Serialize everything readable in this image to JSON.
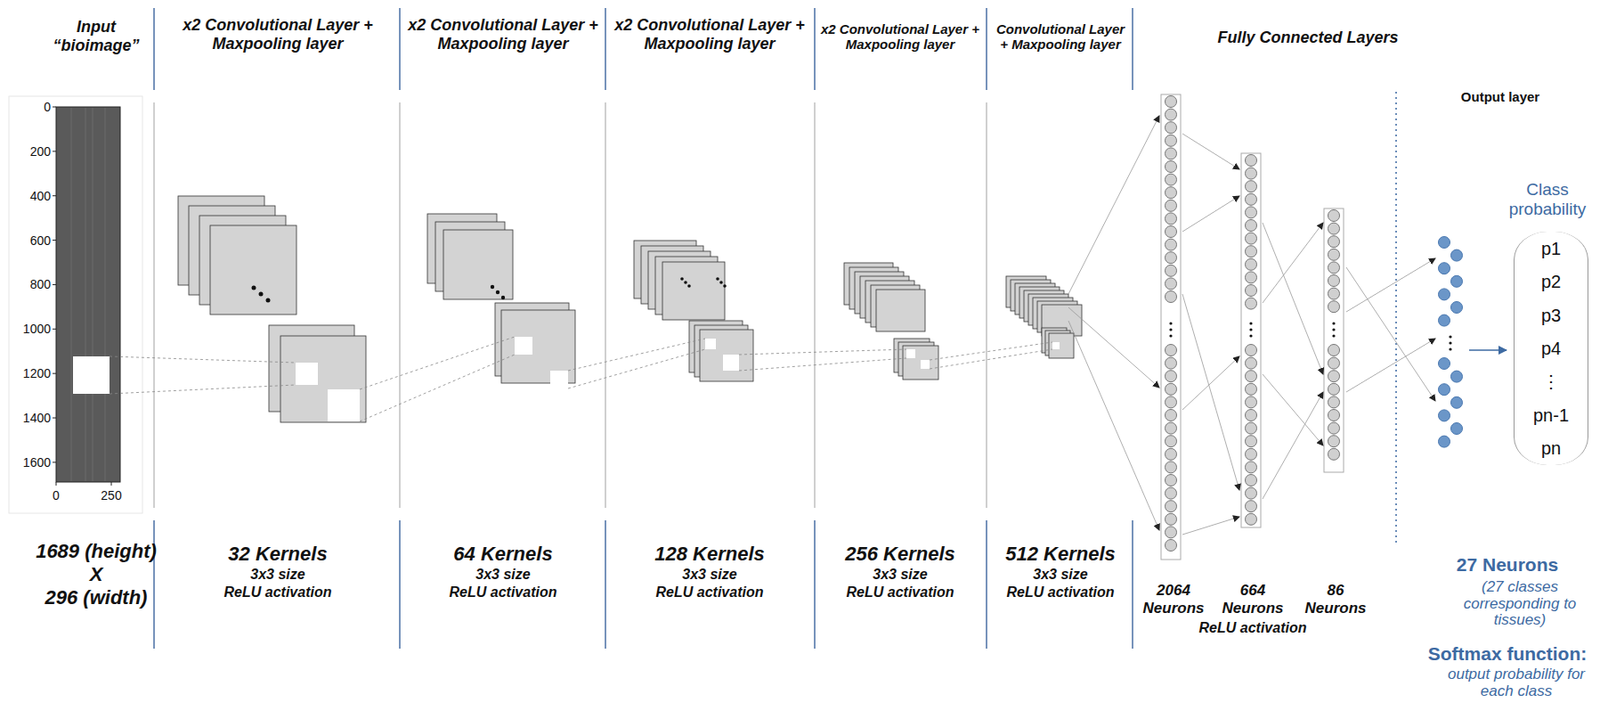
{
  "diagram": {
    "nodes": [
      {
        "text": [
          "p1",
          "p2",
          "p3",
          "p4",
          "⋮",
          "pn-1",
          "pn"
        ]
      }
    ],
    "labels": [
      "Input “bioimage”",
      "x2 Convolutional Layer + Maxpooling layer",
      "x2 Convolutional Layer + Maxpooling layer",
      "x2 Convolutional Layer + Maxpooling layer",
      "x2 Convolutional Layer + Maxpooling layer",
      "Convolutional Layer + Maxpooling layer",
      "Fully Connected Layers",
      "Output layer",
      "Class probability",
      "0",
      "200",
      "400",
      "600",
      "800",
      "1000",
      "1200",
      "1400",
      "1600",
      "0",
      "250",
      "1689 (height)",
      "X",
      "296 (width)",
      "32 Kernels",
      "3x3 size",
      "ReLU activation",
      "64 Kernels",
      "3x3 size",
      "ReLU activation",
      "128 Kernels",
      "3x3 size",
      "ReLU activation",
      "256 Kernels",
      "3x3 size",
      "ReLU activation",
      "512 Kernels",
      "3x3 size",
      "ReLU activation",
      "2064 Neurons",
      "664 Neurons",
      "86 Neurons",
      "ReLU activation",
      "27 Neurons",
      "(27 classes corresponding to tissues)",
      "Softmax function:",
      "output probability for each class"
    ]
  }
}
